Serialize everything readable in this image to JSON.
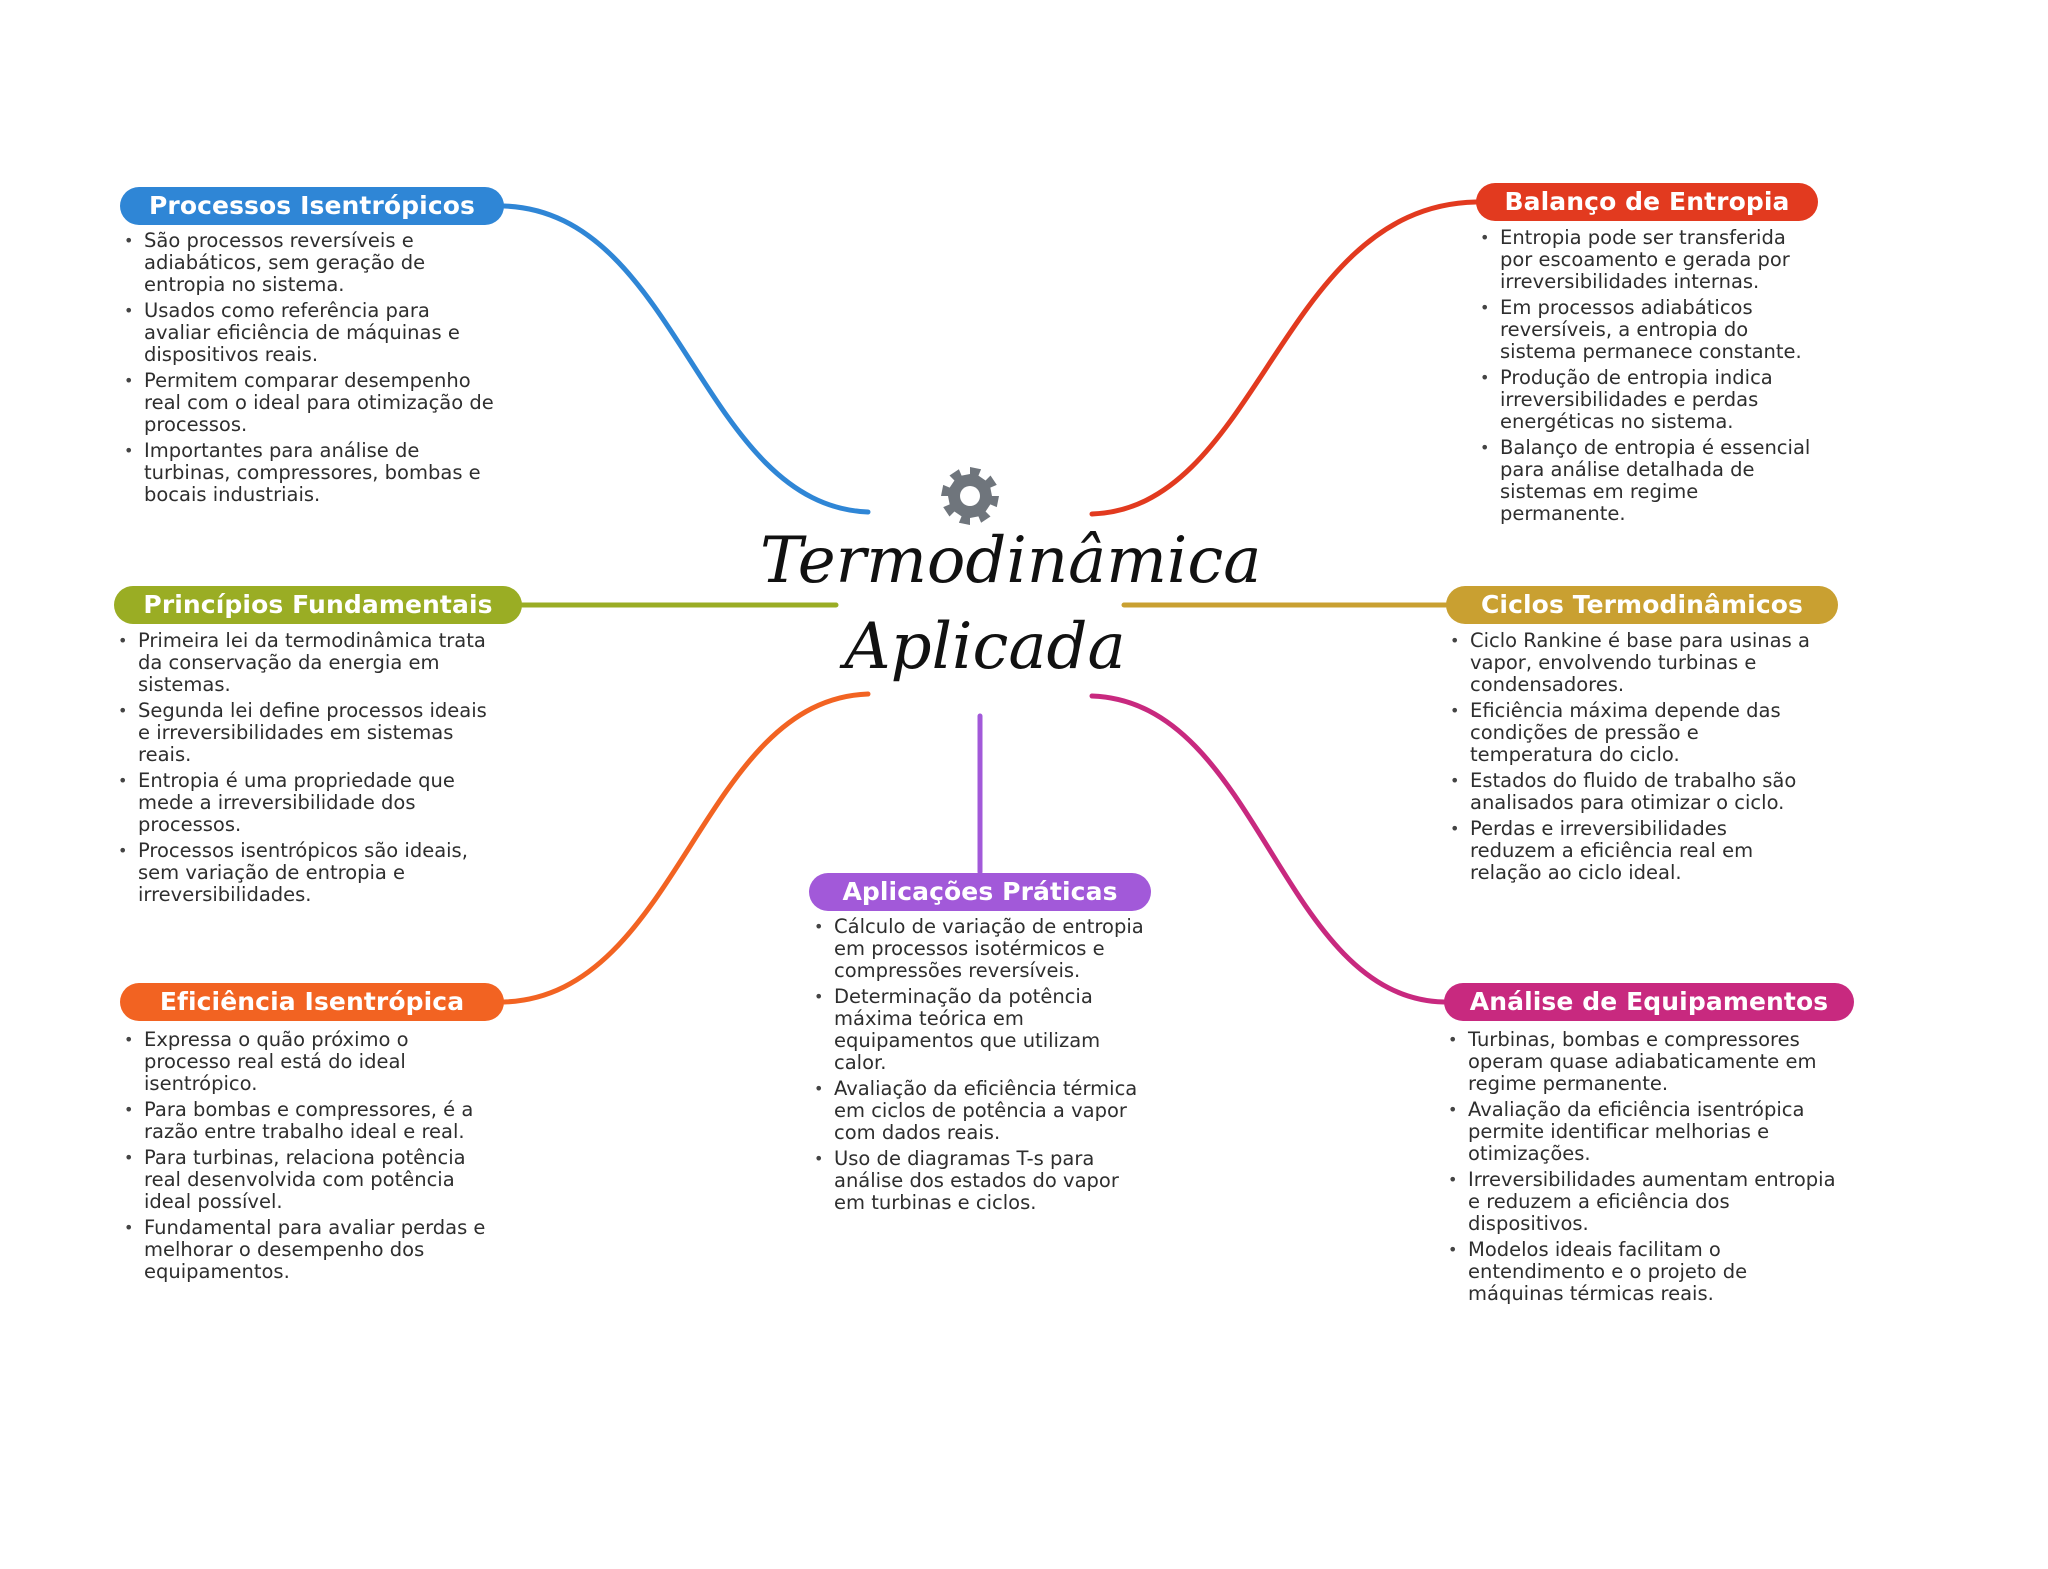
{
  "center": {
    "title_line1": "Termodinâmica",
    "title_line2": "Aplicada",
    "icon": "gear-icon",
    "icon_color": "#6f757c"
  },
  "branches": [
    {
      "id": "processos-isentropicos",
      "title": "Processos Isentrópicos",
      "color": "#2f86d6",
      "items": [
        "São processos reversíveis e adiabáticos, sem geração de entropia no sistema.",
        "Usados como referência para avaliar eficiência de máquinas e dispositivos reais.",
        "Permitem comparar desempenho real com o ideal para otimização de processos.",
        "Importantes para análise de turbinas, compressores, bombas e bocais industriais."
      ]
    },
    {
      "id": "principios-fundamentais",
      "title": "Princípios Fundamentais",
      "color": "#9aad24",
      "items": [
        "Primeira lei da termodinâmica trata da conservação da energia em sistemas.",
        "Segunda lei define processos ideais e irreversibilidades em sistemas reais.",
        "Entropia é uma propriedade que mede a irreversibilidade dos processos.",
        "Processos isentrópicos são ideais, sem variação de entropia e irreversibilidades."
      ]
    },
    {
      "id": "eficiencia-isentropica",
      "title": "Eficiência Isentrópica",
      "color": "#f26322",
      "items": [
        "Expressa o quão próximo o processo real está do ideal isentrópico.",
        "Para bombas e compressores, é a razão entre trabalho ideal e real.",
        "Para turbinas, relaciona potência real desenvolvida com potência ideal possível.",
        "Fundamental para avaliar perdas e melhorar o desempenho dos equipamentos."
      ]
    },
    {
      "id": "aplicacoes-praticas",
      "title": "Aplicações Práticas",
      "color": "#a259d9",
      "items": [
        "Cálculo de variação de entropia em processos isotérmicos e compressões reversíveis.",
        "Determinação da potência máxima teórica em equipamentos que utilizam calor.",
        "Avaliação da eficiência térmica em ciclos de potência a vapor com dados reais.",
        "Uso de diagramas T-s para análise dos estados do vapor em turbinas e ciclos."
      ]
    },
    {
      "id": "balanco-de-entropia",
      "title": "Balanço de Entropia",
      "color": "#e23a1f",
      "items": [
        "Entropia pode ser transferida por escoamento e gerada por irreversibilidades internas.",
        "Em processos adiabáticos reversíveis, a entropia do sistema permanece constante.",
        "Produção de entropia indica irreversibilidades e perdas energéticas no sistema.",
        "Balanço de entropia é essencial para análise detalhada de sistemas em regime permanente."
      ]
    },
    {
      "id": "ciclos-termodinamicos",
      "title": "Ciclos Termodinâmicos",
      "color": "#c9a031",
      "items": [
        "Ciclo Rankine é base para usinas a vapor, envolvendo turbinas e condensadores.",
        "Eficiência máxima depende das condições de pressão e temperatura do ciclo.",
        "Estados do fluido de trabalho são analisados para otimizar o ciclo.",
        "Perdas e irreversibilidades reduzem a eficiência real em relação ao ciclo ideal."
      ]
    },
    {
      "id": "analise-de-equipamentos",
      "title": "Análise de Equipamentos",
      "color": "#c8297f",
      "items": [
        "Turbinas, bombas e compressores operam quase adiabaticamente em regime permanente.",
        "Avaliação da eficiência isentrópica permite identificar melhorias e otimizações.",
        "Irreversibilidades aumentam entropia e reduzem a eficiência dos dispositivos.",
        "Modelos ideais facilitam o entendimento e o projeto de máquinas térmicas reais."
      ]
    }
  ]
}
